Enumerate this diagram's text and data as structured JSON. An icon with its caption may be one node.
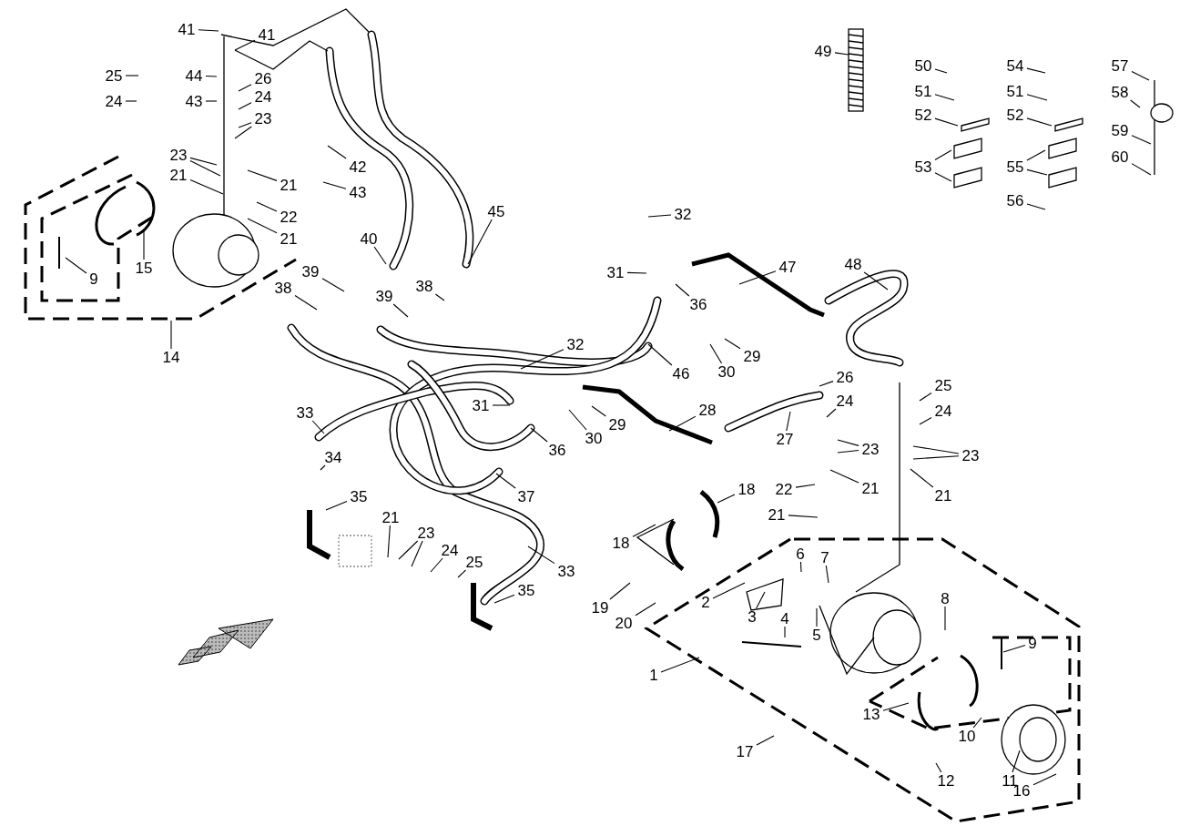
{
  "diagram": {
    "nodes": [
      {
        "text": [
          "41"
        ]
      },
      {
        "text": [
          "41"
        ]
      },
      {
        "text": [
          "25"
        ]
      },
      {
        "text": [
          "44"
        ]
      },
      {
        "text": [
          "24"
        ]
      },
      {
        "text": [
          "43"
        ]
      },
      {
        "text": [
          "26"
        ]
      },
      {
        "text": [
          "24"
        ]
      },
      {
        "text": [
          "23"
        ]
      },
      {
        "text": [
          "23"
        ]
      },
      {
        "text": [
          "42"
        ]
      },
      {
        "text": [
          "43"
        ]
      },
      {
        "text": [
          "21"
        ]
      },
      {
        "text": [
          "21"
        ]
      },
      {
        "text": [
          "22"
        ]
      },
      {
        "text": [
          "21"
        ]
      },
      {
        "text": [
          "15"
        ]
      },
      {
        "text": [
          "9"
        ]
      },
      {
        "text": [
          "14"
        ]
      },
      {
        "text": [
          "40"
        ]
      },
      {
        "text": [
          "45"
        ]
      },
      {
        "text": [
          "39"
        ]
      },
      {
        "text": [
          "38"
        ]
      },
      {
        "text": [
          "38"
        ]
      },
      {
        "text": [
          "39"
        ]
      },
      {
        "text": [
          "32"
        ]
      },
      {
        "text": [
          "31"
        ]
      },
      {
        "text": [
          "36"
        ]
      },
      {
        "text": [
          "47"
        ]
      },
      {
        "text": [
          "48"
        ]
      },
      {
        "text": [
          "29"
        ]
      },
      {
        "text": [
          "30"
        ]
      },
      {
        "text": [
          "46"
        ]
      },
      {
        "text": [
          "32"
        ]
      },
      {
        "text": [
          "31"
        ]
      },
      {
        "text": [
          "33"
        ]
      },
      {
        "text": [
          "34"
        ]
      },
      {
        "text": [
          "36"
        ]
      },
      {
        "text": [
          "30"
        ]
      },
      {
        "text": [
          "29"
        ]
      },
      {
        "text": [
          "28"
        ]
      },
      {
        "text": [
          "37"
        ]
      },
      {
        "text": [
          "35"
        ]
      },
      {
        "text": [
          "26"
        ]
      },
      {
        "text": [
          "24"
        ]
      },
      {
        "text": [
          "25"
        ]
      },
      {
        "text": [
          "24"
        ]
      },
      {
        "text": [
          "27"
        ]
      },
      {
        "text": [
          "23"
        ]
      },
      {
        "text": [
          "23"
        ]
      },
      {
        "text": [
          "21"
        ]
      },
      {
        "text": [
          "21"
        ]
      },
      {
        "text": [
          "22"
        ]
      },
      {
        "text": [
          "21"
        ]
      },
      {
        "text": [
          "18"
        ]
      },
      {
        "text": [
          "18"
        ]
      },
      {
        "text": [
          "21"
        ]
      },
      {
        "text": [
          "23"
        ]
      },
      {
        "text": [
          "24"
        ]
      },
      {
        "text": [
          "25"
        ]
      },
      {
        "text": [
          "33"
        ]
      },
      {
        "text": [
          "35"
        ]
      },
      {
        "text": [
          "6"
        ]
      },
      {
        "text": [
          "7"
        ]
      },
      {
        "text": [
          "2"
        ]
      },
      {
        "text": [
          "3"
        ]
      },
      {
        "text": [
          "4"
        ]
      },
      {
        "text": [
          "5"
        ]
      },
      {
        "text": [
          "8"
        ]
      },
      {
        "text": [
          "9"
        ]
      },
      {
        "text": [
          "1"
        ]
      },
      {
        "text": [
          "13"
        ]
      },
      {
        "text": [
          "17"
        ]
      },
      {
        "text": [
          "10"
        ]
      },
      {
        "text": [
          "12"
        ]
      },
      {
        "text": [
          "11"
        ]
      },
      {
        "text": [
          "16"
        ]
      },
      {
        "text": [
          "19"
        ]
      },
      {
        "text": [
          "20"
        ]
      },
      {
        "text": [
          "49"
        ]
      },
      {
        "text": [
          "50"
        ]
      },
      {
        "text": [
          "51"
        ]
      },
      {
        "text": [
          "52"
        ]
      },
      {
        "text": [
          "53"
        ]
      },
      {
        "text": [
          "54"
        ]
      },
      {
        "text": [
          "51"
        ]
      },
      {
        "text": [
          "52"
        ]
      },
      {
        "text": [
          "55"
        ]
      },
      {
        "text": [
          "56"
        ]
      },
      {
        "text": [
          "57"
        ]
      },
      {
        "text": [
          "58"
        ]
      },
      {
        "text": [
          "59"
        ]
      },
      {
        "text": [
          "60"
        ]
      }
    ],
    "edges": [
      {
        "from": 0,
        "to": null,
        "arrow": "none"
      },
      {
        "from": 1,
        "to": null,
        "arrow": "none"
      },
      {
        "from": 2,
        "to": null,
        "arrow": "none"
      },
      {
        "from": 3,
        "to": null,
        "arrow": "none"
      },
      {
        "from": 4,
        "to": null,
        "arrow": "none"
      },
      {
        "from": 5,
        "to": null,
        "arrow": "none"
      },
      {
        "from": 6,
        "to": null,
        "arrow": "none"
      },
      {
        "from": 7,
        "to": null,
        "arrow": "none"
      },
      {
        "from": 8,
        "to": null,
        "arrow": "none"
      },
      {
        "from": 8,
        "to": null,
        "arrow": "none"
      },
      {
        "from": 9,
        "to": null,
        "arrow": "none"
      },
      {
        "from": 9,
        "to": null,
        "arrow": "none"
      },
      {
        "from": 10,
        "to": null,
        "arrow": "none"
      },
      {
        "from": 11,
        "to": null,
        "arrow": "none"
      },
      {
        "from": 12,
        "to": null,
        "arrow": "none"
      },
      {
        "from": 13,
        "to": null,
        "arrow": "none"
      },
      {
        "from": 14,
        "to": null,
        "arrow": "none"
      },
      {
        "from": 15,
        "to": null,
        "arrow": "none"
      },
      {
        "from": 16,
        "to": null,
        "arrow": "none"
      },
      {
        "from": 17,
        "to": null,
        "arrow": "none"
      },
      {
        "from": 18,
        "to": null,
        "arrow": "none"
      },
      {
        "from": 19,
        "to": null,
        "arrow": "none"
      },
      {
        "from": 20,
        "to": null,
        "arrow": "none"
      },
      {
        "from": 21,
        "to": null,
        "arrow": "none"
      },
      {
        "from": 22,
        "to": null,
        "arrow": "none"
      },
      {
        "from": 23,
        "to": null,
        "arrow": "none"
      },
      {
        "from": 24,
        "to": null,
        "arrow": "none"
      },
      {
        "from": 25,
        "to": null,
        "arrow": "none"
      },
      {
        "from": 26,
        "to": null,
        "arrow": "none"
      },
      {
        "from": 27,
        "to": null,
        "arrow": "none"
      },
      {
        "from": 28,
        "to": null,
        "arrow": "none"
      },
      {
        "from": 29,
        "to": null,
        "arrow": "none"
      },
      {
        "from": 30,
        "to": null,
        "arrow": "none"
      },
      {
        "from": 31,
        "to": null,
        "arrow": "none"
      },
      {
        "from": 32,
        "to": null,
        "arrow": "none"
      },
      {
        "from": 33,
        "to": null,
        "arrow": "none"
      },
      {
        "from": 34,
        "to": null,
        "arrow": "none"
      },
      {
        "from": 35,
        "to": null,
        "arrow": "none"
      },
      {
        "from": 36,
        "to": null,
        "arrow": "none"
      },
      {
        "from": 37,
        "to": null,
        "arrow": "none"
      },
      {
        "from": 38,
        "to": null,
        "arrow": "none"
      },
      {
        "from": 39,
        "to": null,
        "arrow": "none"
      },
      {
        "from": 40,
        "to": null,
        "arrow": "none"
      },
      {
        "from": 41,
        "to": null,
        "arrow": "none"
      },
      {
        "from": 42,
        "to": null,
        "arrow": "none"
      },
      {
        "from": 43,
        "to": null,
        "arrow": "none"
      },
      {
        "from": 44,
        "to": null,
        "arrow": "none"
      },
      {
        "from": 45,
        "to": null,
        "arrow": "none"
      },
      {
        "from": 46,
        "to": null,
        "arrow": "none"
      },
      {
        "from": 47,
        "to": null,
        "arrow": "none"
      },
      {
        "from": 48,
        "to": null,
        "arrow": "none"
      },
      {
        "from": 48,
        "to": null,
        "arrow": "none"
      },
      {
        "from": 49,
        "to": null,
        "arrow": "none"
      },
      {
        "from": 49,
        "to": null,
        "arrow": "none"
      },
      {
        "from": 50,
        "to": null,
        "arrow": "none"
      },
      {
        "from": 51,
        "to": null,
        "arrow": "none"
      },
      {
        "from": 52,
        "to": null,
        "arrow": "none"
      },
      {
        "from": 53,
        "to": null,
        "arrow": "none"
      },
      {
        "from": 54,
        "to": null,
        "arrow": "none"
      },
      {
        "from": 55,
        "to": null,
        "arrow": "none"
      },
      {
        "from": 56,
        "to": null,
        "arrow": "none"
      },
      {
        "from": 57,
        "to": null,
        "arrow": "none"
      },
      {
        "from": 57,
        "to": null,
        "arrow": "none"
      },
      {
        "from": 58,
        "to": null,
        "arrow": "none"
      },
      {
        "from": 59,
        "to": null,
        "arrow": "none"
      },
      {
        "from": 60,
        "to": null,
        "arrow": "none"
      },
      {
        "from": 61,
        "to": null,
        "arrow": "none"
      },
      {
        "from": 62,
        "to": null,
        "arrow": "none"
      },
      {
        "from": 63,
        "to": null,
        "arrow": "none"
      },
      {
        "from": 64,
        "to": null,
        "arrow": "none"
      },
      {
        "from": 65,
        "to": null,
        "arrow": "none"
      },
      {
        "from": 66,
        "to": null,
        "arrow": "none"
      },
      {
        "from": 67,
        "to": null,
        "arrow": "none"
      },
      {
        "from": 68,
        "to": null,
        "arrow": "none"
      },
      {
        "from": 69,
        "to": null,
        "arrow": "none"
      },
      {
        "from": 70,
        "to": null,
        "arrow": "none"
      },
      {
        "from": 71,
        "to": null,
        "arrow": "none"
      },
      {
        "from": 72,
        "to": null,
        "arrow": "none"
      },
      {
        "from": 73,
        "to": null,
        "arrow": "none"
      },
      {
        "from": 74,
        "to": null,
        "arrow": "none"
      },
      {
        "from": 75,
        "to": null,
        "arrow": "none"
      },
      {
        "from": 76,
        "to": null,
        "arrow": "none"
      },
      {
        "from": 77,
        "to": null,
        "arrow": "none"
      },
      {
        "from": 78,
        "to": null,
        "arrow": "none"
      },
      {
        "from": 79,
        "to": null,
        "arrow": "none"
      },
      {
        "from": 80,
        "to": null,
        "arrow": "none"
      },
      {
        "from": 81,
        "to": null,
        "arrow": "none"
      },
      {
        "from": 82,
        "to": null,
        "arrow": "none"
      },
      {
        "from": 83,
        "to": null,
        "arrow": "none"
      },
      {
        "from": 83,
        "to": null,
        "arrow": "none"
      },
      {
        "from": 84,
        "to": null,
        "arrow": "none"
      },
      {
        "from": 85,
        "to": null,
        "arrow": "none"
      },
      {
        "from": 86,
        "to": null,
        "arrow": "none"
      },
      {
        "from": 87,
        "to": null,
        "arrow": "none"
      },
      {
        "from": 87,
        "to": null,
        "arrow": "none"
      },
      {
        "from": 88,
        "to": null,
        "arrow": "none"
      },
      {
        "from": 89,
        "to": null,
        "arrow": "none"
      },
      {
        "from": 90,
        "to": null,
        "arrow": "none"
      },
      {
        "from": 91,
        "to": null,
        "arrow": "none"
      },
      {
        "from": 92,
        "to": null,
        "arrow": "none"
      }
    ]
  }
}
